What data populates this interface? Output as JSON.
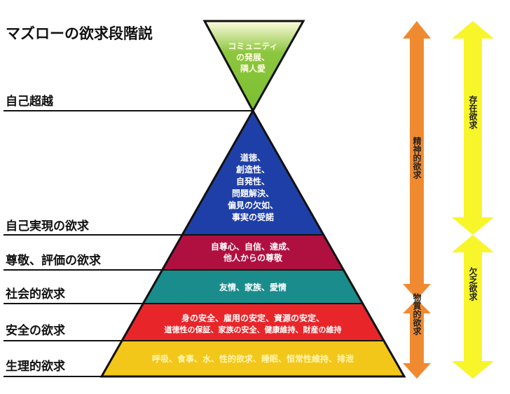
{
  "title": "マズローの欲求段階説",
  "colors": {
    "green": "#8cc63f",
    "blue": "#1f3fa8",
    "crimson": "#b01040",
    "teal": "#1a8c8c",
    "red": "#e8262a",
    "yellow": "#f3c61a",
    "orange": "#f08a30",
    "arrow_yellow": "#f8f52a"
  },
  "left_labels": [
    "自己超越",
    "自己実現の欲求",
    "尊敬、評価の欲求",
    "社会的欲求",
    "安全の欲求",
    "生理的欲求"
  ],
  "levels": {
    "transcendence": [
      "コミュニティ",
      "の発展、",
      "隣人愛"
    ],
    "self_actualization": [
      "道徳、",
      "創造性、",
      "自発性、",
      "問題解決、",
      "偏見の欠如、",
      "事実の受諾"
    ],
    "esteem": [
      "自尊心、自信、達成、",
      "他人からの尊敬"
    ],
    "social": [
      "友情、家族、愛情"
    ],
    "safety": [
      "身の安全、雇用の安定、資源の安定、",
      "道徳性の保証、家族の安全、健康維持、財産の維持"
    ],
    "physiological": [
      "呼吸、食事、水、性的欲求、睡眠、恒常性維持、排泄"
    ]
  },
  "arrows": {
    "spiritual": "精神的欲求",
    "material": "物質的欲求",
    "being": "存在欲求",
    "deficiency": "欠乏欲求"
  }
}
